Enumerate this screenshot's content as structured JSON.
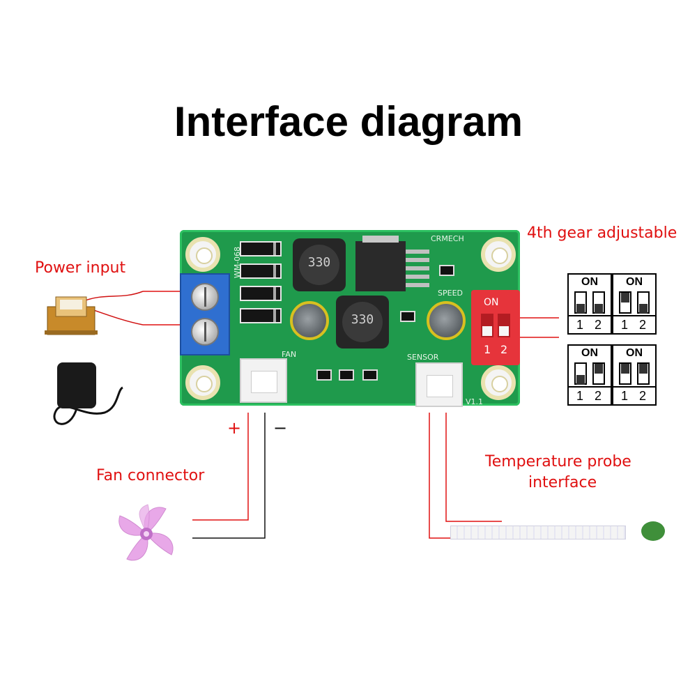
{
  "title": "Interface diagram",
  "labels": {
    "power_input": "Power input",
    "gear": "4th gear adjustable",
    "fan_connector": "Fan connector",
    "probe_line1": "Temperature probe",
    "probe_line2": "interface",
    "plus": "+",
    "minus": "−"
  },
  "board": {
    "model": "WM-068",
    "brand": "CRMECH",
    "fan_silk": "FAN",
    "sensor_silk": "SENSOR",
    "speed_silk": "SPEED",
    "v_silk": "V1.1",
    "inductor_1": "330",
    "inductor_2": "330",
    "switch_on": "ON",
    "switch_1": "1",
    "switch_2": "2"
  },
  "gear_switches": [
    {
      "on": "ON",
      "n1": "1",
      "n2": "2",
      "left": "down",
      "right": "down"
    },
    {
      "on": "ON",
      "n1": "1",
      "n2": "2",
      "left": "up",
      "right": "down"
    },
    {
      "on": "ON",
      "n1": "1",
      "n2": "2",
      "left": "down",
      "right": "up"
    },
    {
      "on": "ON",
      "n1": "1",
      "n2": "2",
      "left": "up",
      "right": "up"
    }
  ],
  "colors": {
    "label": "#e01010",
    "pcb": "#1f9a4c",
    "terminal": "#2f6fd0",
    "dip_switch": "#e6343b",
    "wire_red": "#e01010",
    "wire_black": "#111111"
  }
}
